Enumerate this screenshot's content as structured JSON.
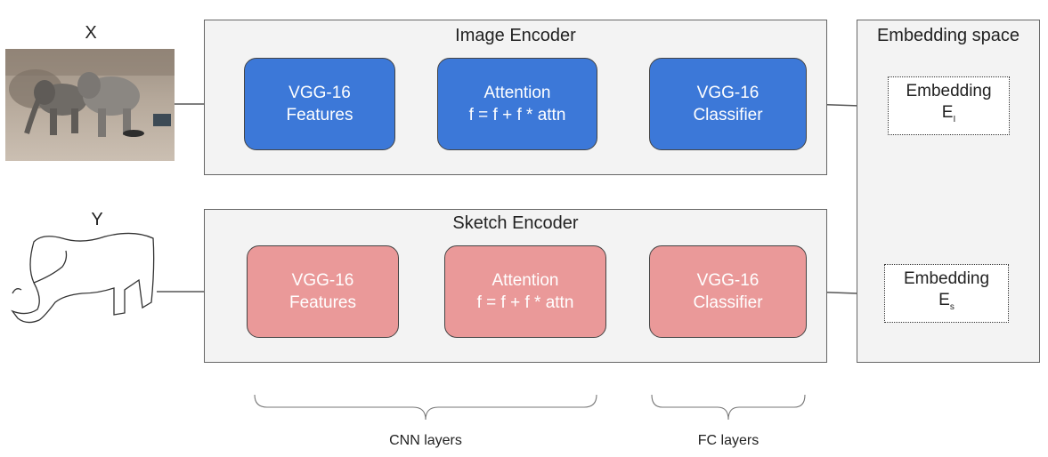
{
  "inputs": {
    "x_label": "X",
    "y_label": "Y"
  },
  "image_encoder": {
    "title": "Image Encoder",
    "features": [
      "VGG-16",
      "Features"
    ],
    "attention": [
      "Attention",
      "f = f + f * attn"
    ],
    "classifier": [
      "VGG-16",
      "Classifier"
    ]
  },
  "sketch_encoder": {
    "title": "Sketch Encoder",
    "features": [
      "VGG-16",
      "Features"
    ],
    "attention": [
      "Attention",
      "f = f + f * attn"
    ],
    "classifier": [
      "VGG-16",
      "Classifier"
    ]
  },
  "embedding_space": {
    "title": "Embedding space",
    "image_embedding": {
      "label": "Embedding",
      "symbol": "E",
      "subscript": "I"
    },
    "sketch_embedding": {
      "label": "Embedding",
      "symbol": "E",
      "subscript": "s"
    }
  },
  "groups": {
    "cnn": "CNN layers",
    "fc": "FC layers"
  },
  "colors": {
    "image_block": "#3c78d8",
    "sketch_block": "#ea9999",
    "panel": "#f3f3f3"
  }
}
